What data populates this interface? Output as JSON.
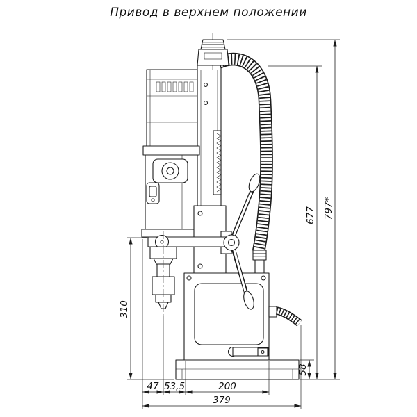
{
  "title": "Привод в верхнем положении",
  "colors": {
    "ink": "#1c1c1c",
    "background": "#ffffff"
  },
  "dims": {
    "d797": "797*",
    "d677": "677",
    "d310": "310",
    "d58": "58",
    "d47": "47",
    "d53_5": "53,5",
    "d200": "200",
    "d379": "379"
  }
}
